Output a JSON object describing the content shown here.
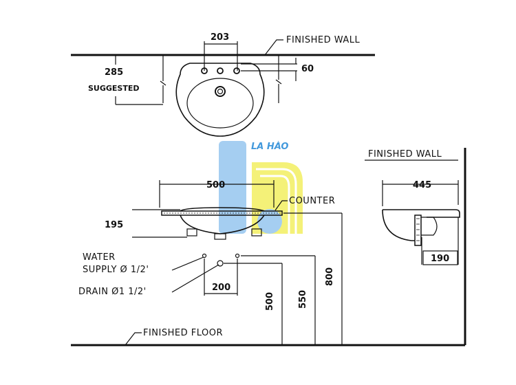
{
  "labels": {
    "finished_wall_top": "FINISHED WALL",
    "finished_wall_side": "FINISHED WALL",
    "finished_floor": "FINISHED FLOOR",
    "counter": "COUNTER",
    "suggested": "SUGGESTED",
    "water_supply_line1": "WATER",
    "water_supply_line2": "SUPPLY Ø 1/2'",
    "drain": "DRAIN Ø1 1/2'"
  },
  "dimensions": {
    "d203": "203",
    "d60": "60",
    "d285": "285",
    "d500_width": "500",
    "d195": "195",
    "d200": "200",
    "d500_height": "500",
    "d550": "550",
    "d800": "800",
    "d445": "445",
    "d190": "190"
  },
  "watermark": {
    "text": "LA HÀO",
    "colors": {
      "blue": "#2f8fd9",
      "light_blue": "#9cc9f0",
      "yellow": "#f2ee5a"
    }
  }
}
